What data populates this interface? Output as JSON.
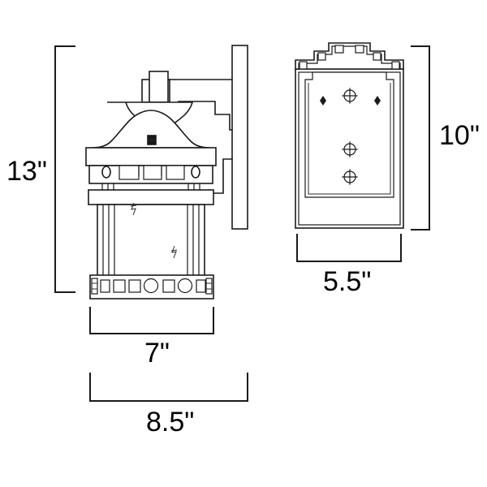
{
  "drawing": {
    "title": "Outdoor wall lantern dimension drawing",
    "background_color": "#ffffff",
    "line_color": "#1a1a1a",
    "views": [
      {
        "name": "side-elevation",
        "description": "Side view of wall mounted lantern with wall plate, bell cap, glass body and decorative base band"
      },
      {
        "name": "front-elevation",
        "description": "Front view of lantern showing stepped crown, inner frame panel and decorative markers"
      }
    ]
  },
  "dimensions": {
    "height_side": {
      "label": "13\"",
      "value": 13,
      "unit": "inch",
      "orientation": "vertical",
      "view": "side-elevation"
    },
    "width_fixture": {
      "label": "7\"",
      "value": 7,
      "unit": "inch",
      "orientation": "horizontal",
      "view": "side-elevation"
    },
    "depth_extension": {
      "label": "8.5\"",
      "value": 8.5,
      "unit": "inch",
      "orientation": "horizontal",
      "view": "side-elevation"
    },
    "height_front": {
      "label": "10\"",
      "value": 10,
      "unit": "inch",
      "orientation": "vertical",
      "view": "front-elevation"
    },
    "width_front": {
      "label": "5.5\"",
      "value": 5.5,
      "unit": "inch",
      "orientation": "horizontal",
      "view": "front-elevation"
    }
  },
  "details": {
    "base_band_pattern": [
      "square-small",
      "square",
      "square",
      "circle",
      "square",
      "circle",
      "square",
      "square",
      "square-small"
    ],
    "front_markers": [
      "circle-cross",
      "diamond",
      "diamond",
      "circle-cross",
      "circle-cross"
    ],
    "glass_marks": 2,
    "crown_squares": 6
  }
}
